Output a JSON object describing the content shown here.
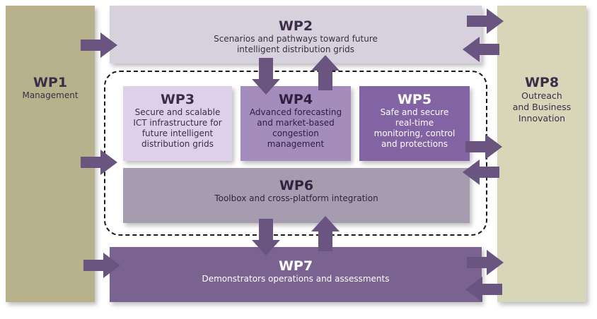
{
  "wp1": {
    "title": "WP1",
    "desc": "Management"
  },
  "wp2": {
    "title": "WP2",
    "desc_line1": "Scenarios and pathways toward future",
    "desc_line2": "intelligent distribution grids"
  },
  "wp3": {
    "title": "WP3",
    "desc_lines": [
      "Secure and scalable",
      "ICT infrastructure for",
      "future intelligent",
      "distribution grids"
    ]
  },
  "wp4": {
    "title": "WP4",
    "desc_lines": [
      "Advanced forecasting",
      "and market-based",
      "congestion",
      "management"
    ]
  },
  "wp5": {
    "title": "WP5",
    "desc_lines": [
      "Safe and secure",
      "real-time",
      "monitoring, control",
      "and protections"
    ]
  },
  "wp6": {
    "title": "WP6",
    "desc": "Toolbox and cross-platform integration"
  },
  "wp7": {
    "title": "WP7",
    "desc": "Demonstrators operations and assessments"
  },
  "wp8": {
    "title": "WP8",
    "desc_lines": [
      "Outreach",
      "and Business",
      "Innovation"
    ]
  },
  "colors": {
    "arrow": "#6a5480",
    "dashed_border": "#1a1a1a"
  }
}
